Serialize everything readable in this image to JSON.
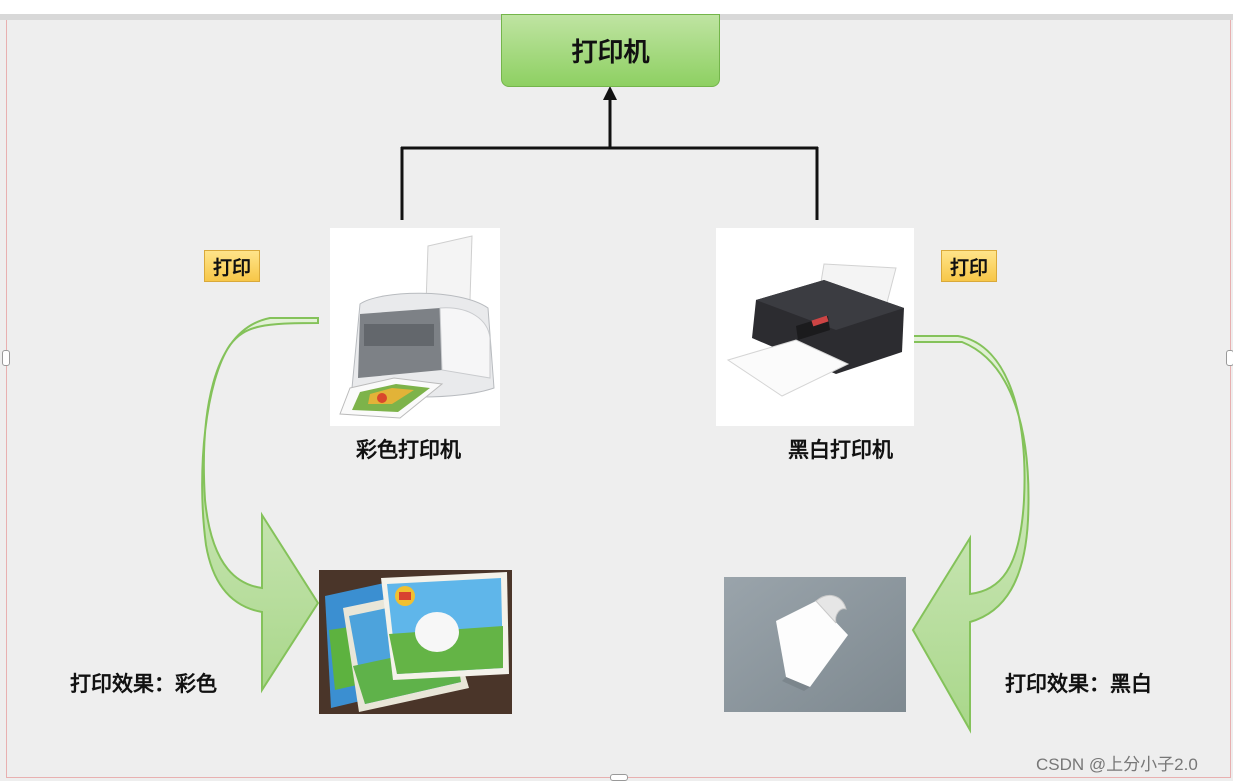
{
  "root": {
    "label": "打印机"
  },
  "left": {
    "action_tag": "打印",
    "device_label": "彩色打印机",
    "result_label": "打印效果：彩色"
  },
  "right": {
    "action_tag": "打印",
    "device_label": "黑白打印机",
    "result_label": "打印效果：黑白"
  },
  "watermark": "CSDN @上分小子2.0",
  "colors": {
    "root_fill": "#a6d97f",
    "tag_fill": "#f9d466",
    "arrow_fill": "#cfe8bb",
    "arrow_stroke": "#84c25a",
    "connector": "#111111"
  }
}
